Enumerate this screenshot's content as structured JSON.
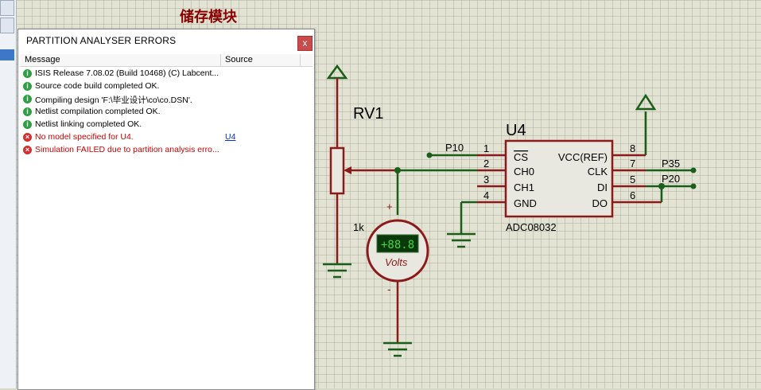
{
  "module_title": "储存模块",
  "dialog": {
    "title": "PARTITION ANALYSER ERRORS",
    "close_glyph": "x",
    "columns": {
      "message": "Message",
      "source": "Source"
    },
    "rows": [
      {
        "status": "info",
        "icon": "info-icon",
        "message": "ISIS Release 7.08.02 (Build 10468) (C) Labcent...",
        "source": ""
      },
      {
        "status": "info",
        "icon": "info-icon",
        "message": "Source code build completed OK.",
        "source": ""
      },
      {
        "status": "info",
        "icon": "info-icon",
        "message": "Compiling design 'F:\\毕业设计\\co\\co.DSN'.",
        "source": ""
      },
      {
        "status": "info",
        "icon": "info-icon",
        "message": "Netlist compilation completed OK.",
        "source": ""
      },
      {
        "status": "info",
        "icon": "info-icon",
        "message": "Netlist linking completed OK.",
        "source": ""
      },
      {
        "status": "error",
        "icon": "error-icon",
        "message": "No model specified for U4.",
        "source": "U4"
      },
      {
        "status": "error",
        "icon": "error-icon",
        "message": "Simulation FAILED due to partition analysis erro...",
        "source": ""
      }
    ]
  },
  "schematic": {
    "pot": {
      "ref": "RV1",
      "value": "1k"
    },
    "voltmeter": {
      "display": "+88.8",
      "unit": "Volts",
      "plus": "+",
      "minus": "-"
    },
    "chip": {
      "ref": "U4",
      "part": "ADC08032",
      "left_pins": [
        {
          "num": "1",
          "name": "CS"
        },
        {
          "num": "2",
          "name": "CH0"
        },
        {
          "num": "3",
          "name": "CH1"
        },
        {
          "num": "4",
          "name": "GND"
        }
      ],
      "right_pins": [
        {
          "num": "8",
          "name": "VCC(REF)"
        },
        {
          "num": "7",
          "name": "CLK"
        },
        {
          "num": "5",
          "name": "DI"
        },
        {
          "num": "6",
          "name": "DO"
        }
      ]
    },
    "nets": {
      "p10": "P10",
      "p35": "P35",
      "p20": "P20"
    }
  },
  "colors": {
    "wire": "#1a5e1a",
    "pin": "#8b1a1a",
    "chip_fill": "#e8e8e0",
    "error_text": "#cc0000"
  }
}
